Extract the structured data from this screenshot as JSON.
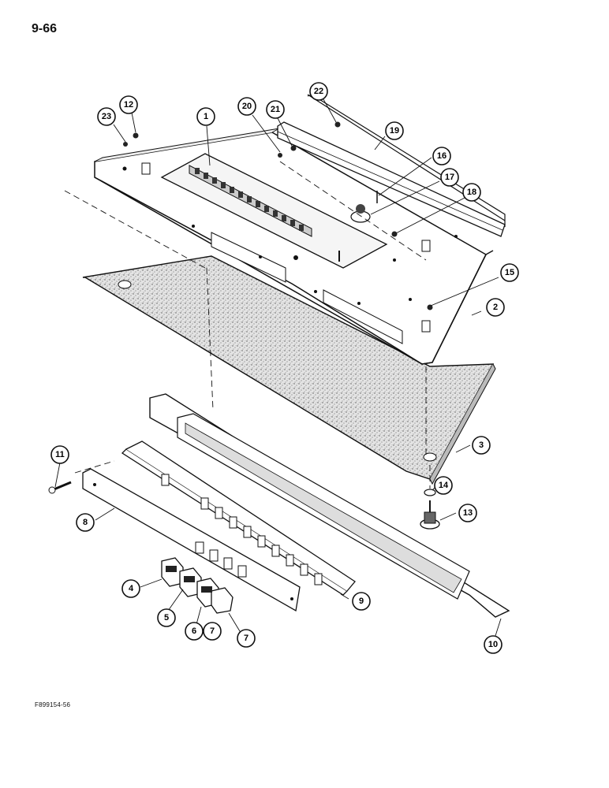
{
  "page_number": "9-66",
  "figure_id": "F899154-56",
  "callouts": [
    {
      "id": "c1",
      "label": "1"
    },
    {
      "id": "c2",
      "label": "2"
    },
    {
      "id": "c3",
      "label": "3"
    },
    {
      "id": "c4",
      "label": "4"
    },
    {
      "id": "c5",
      "label": "5"
    },
    {
      "id": "c6",
      "label": "6"
    },
    {
      "id": "c7a",
      "label": "7"
    },
    {
      "id": "c7b",
      "label": "7"
    },
    {
      "id": "c8",
      "label": "8"
    },
    {
      "id": "c9",
      "label": "9"
    },
    {
      "id": "c10",
      "label": "10"
    },
    {
      "id": "c11",
      "label": "11"
    },
    {
      "id": "c12",
      "label": "12"
    },
    {
      "id": "c13",
      "label": "13"
    },
    {
      "id": "c14",
      "label": "14"
    },
    {
      "id": "c15",
      "label": "15"
    },
    {
      "id": "c16",
      "label": "16"
    },
    {
      "id": "c17",
      "label": "17"
    },
    {
      "id": "c18",
      "label": "18"
    },
    {
      "id": "c19",
      "label": "19"
    },
    {
      "id": "c20",
      "label": "20"
    },
    {
      "id": "c21",
      "label": "21"
    },
    {
      "id": "c22",
      "label": "22"
    },
    {
      "id": "c23",
      "label": "23"
    }
  ]
}
